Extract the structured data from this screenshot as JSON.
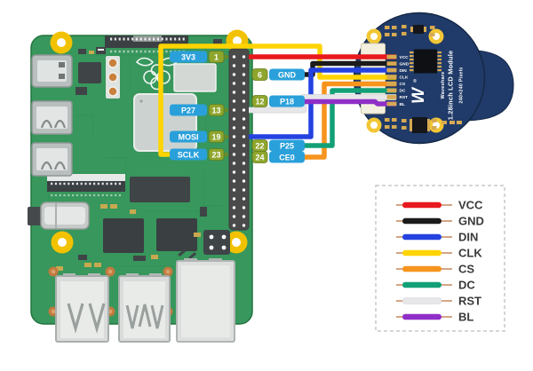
{
  "pi": {
    "gpio_labels_left": [
      {
        "label": "3V3",
        "pin": "1"
      },
      {
        "label": "P27",
        "pin": "13"
      },
      {
        "label": "MOSI",
        "pin": "19"
      },
      {
        "label": "SCLK",
        "pin": "23"
      }
    ],
    "gpio_labels_right": [
      {
        "pin": "6",
        "label": "GND"
      },
      {
        "pin": "12",
        "label": "P18"
      },
      {
        "pin": "22",
        "label": "P25"
      },
      {
        "pin": "24",
        "label": "CE0"
      }
    ]
  },
  "lcd": {
    "brand": "Waveshare",
    "registered": "®",
    "logo": "W",
    "model": "1.28inch LCD Module",
    "resolution": "240×240 Pixels",
    "pins": [
      "VCC",
      "GND",
      "DIN",
      "CLK",
      "CS",
      "DC",
      "RST",
      "BL"
    ]
  },
  "legend": {
    "items": [
      {
        "label": "VCC",
        "color": "#e8191d"
      },
      {
        "label": "GND",
        "color": "#1b1b1b"
      },
      {
        "label": "DIN",
        "color": "#2442e0"
      },
      {
        "label": "CLK",
        "color": "#ffd400"
      },
      {
        "label": "CS",
        "color": "#f7941e"
      },
      {
        "label": "DC",
        "color": "#12a077"
      },
      {
        "label": "RST",
        "color": "#e7e7ea"
      },
      {
        "label": "BL",
        "color": "#8f2fc7"
      }
    ]
  },
  "connections": [
    {
      "pi": "3V3 (pin 1)",
      "lcd": "VCC"
    },
    {
      "pi": "GND (pin 6)",
      "lcd": "GND"
    },
    {
      "pi": "MOSI (pin 19)",
      "lcd": "DIN"
    },
    {
      "pi": "SCLK (pin 23)",
      "lcd": "CLK"
    },
    {
      "pi": "CE0 (pin 24)",
      "lcd": "CS"
    },
    {
      "pi": "P25 (pin 22)",
      "lcd": "DC"
    },
    {
      "pi": "P27 (pin 13)",
      "lcd": "RST"
    },
    {
      "pi": "P18 (pin 12)",
      "lcd": "BL"
    }
  ],
  "colors": {
    "pi_board": "#37975c",
    "pi_board_edge": "#23743f",
    "lcd_board": "#203b69",
    "gpio_label_pill": "#2aa0db",
    "gpio_pin_pill": "#8fa62d",
    "hole_gold": "#f2c200",
    "pad_gold": "#d6a952",
    "wire_tip": "#b9703f"
  }
}
